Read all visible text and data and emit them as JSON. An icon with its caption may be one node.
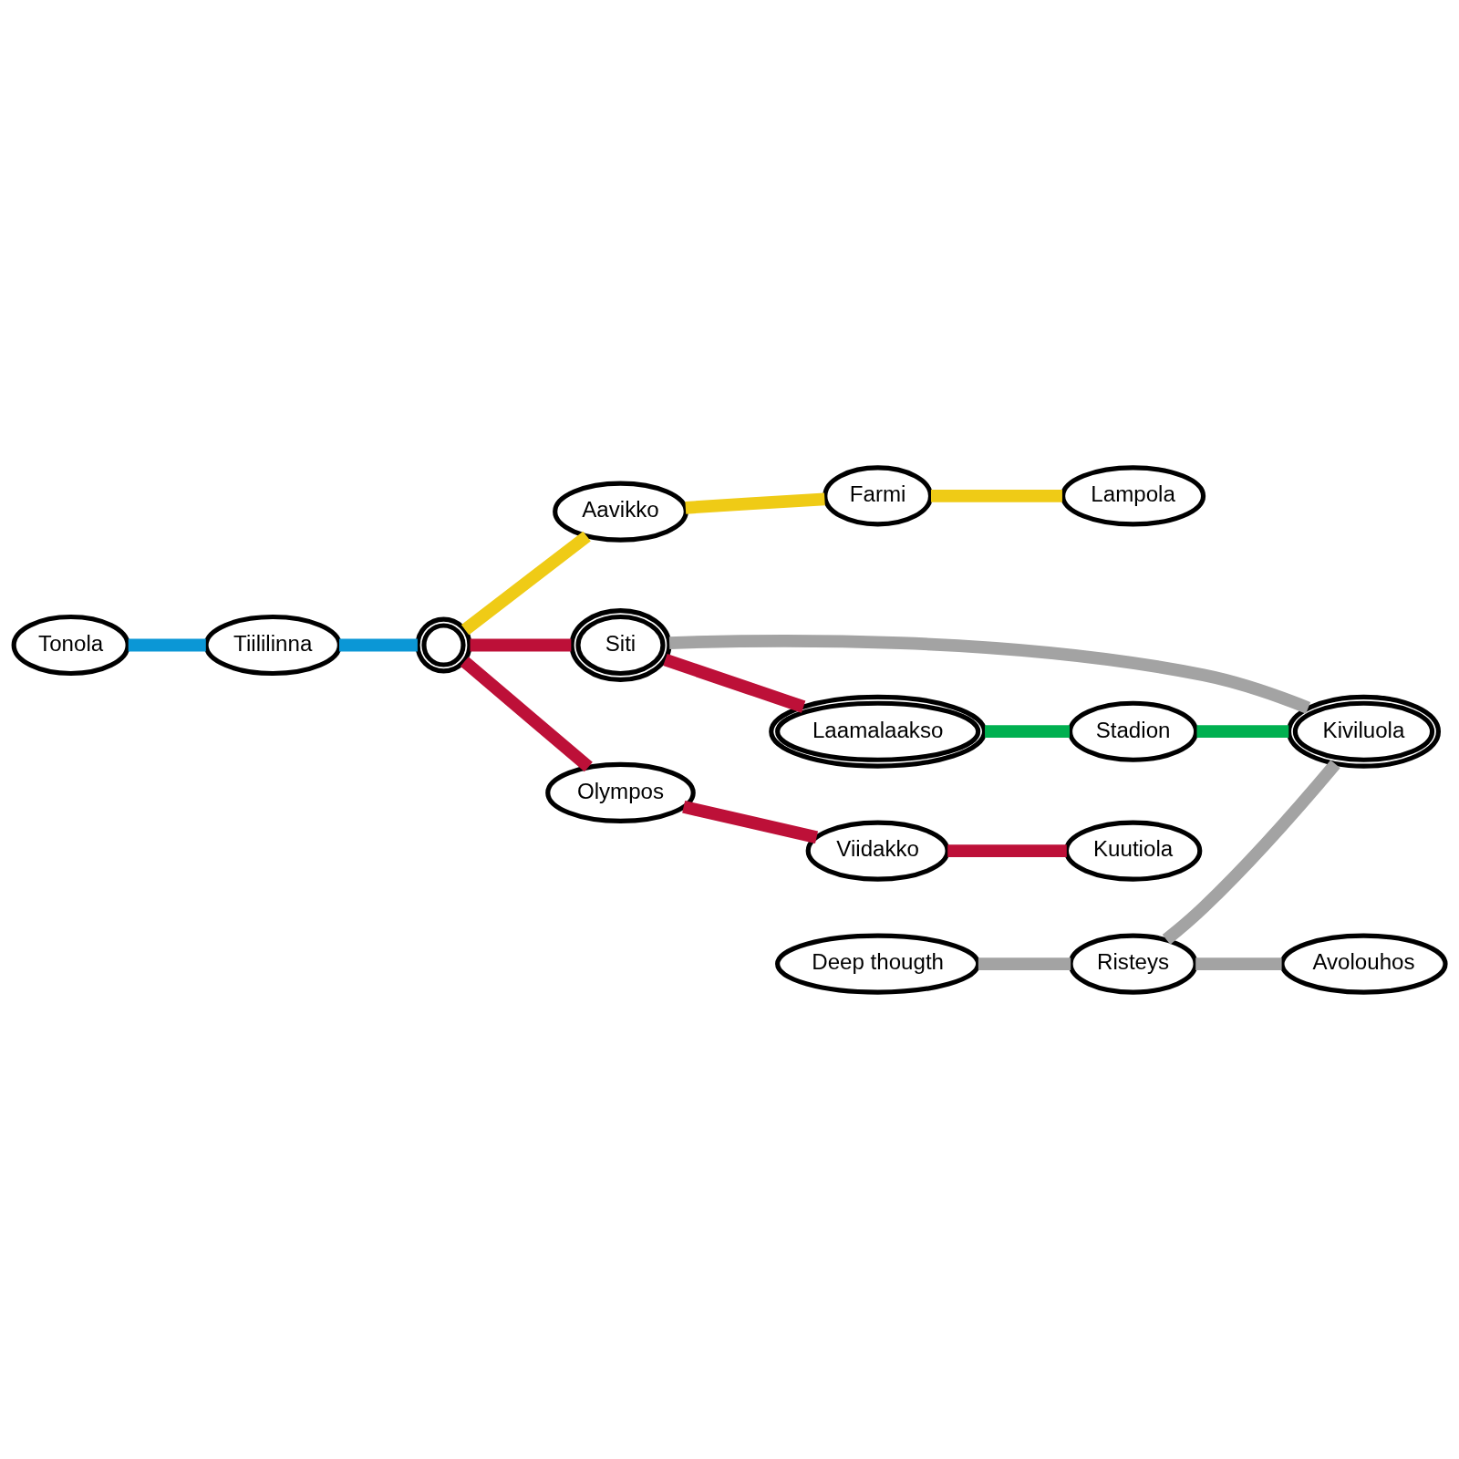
{
  "diagram": {
    "nodes": [
      {
        "text": [
          "Tonola"
        ]
      },
      {
        "text": [
          "Tiililinna"
        ]
      },
      {
        "text": [],
        "shape": "circle"
      },
      {
        "text": [
          "Aavikko"
        ]
      },
      {
        "text": [
          "Farmi"
        ]
      },
      {
        "text": [
          "Lampola"
        ]
      },
      {
        "text": [
          "Deep thougth"
        ]
      },
      {
        "text": [
          "Risteys"
        ]
      },
      {
        "text": [
          "Avolouhos"
        ]
      },
      {
        "text": [
          "Kiviluola"
        ]
      },
      {
        "text": [
          "Siti"
        ]
      },
      {
        "text": [
          "Stadion"
        ]
      },
      {
        "text": [
          "Laamalaakso"
        ]
      },
      {
        "text": [
          "Olympos"
        ]
      },
      {
        "text": [
          "Viidakko"
        ]
      },
      {
        "text": [
          "Kuutiola"
        ]
      }
    ],
    "edges": [
      {
        "from": 0,
        "to": 1,
        "arrow": "none",
        "color": "#0b97d6"
      },
      {
        "from": 1,
        "to": 2,
        "arrow": "none",
        "color": "#0b97d6"
      },
      {
        "from": 2,
        "to": 3,
        "arrow": "none",
        "color": "#efcb16"
      },
      {
        "from": 3,
        "to": 4,
        "arrow": "none",
        "color": "#efcb16"
      },
      {
        "from": 4,
        "to": 5,
        "arrow": "none",
        "color": "#efcb16"
      },
      {
        "from": 2,
        "to": 13,
        "arrow": "none"
      },
      {
        "from": 13,
        "to": 14,
        "arrow": "none"
      },
      {
        "from": 14,
        "to": 15,
        "arrow": "none"
      },
      {
        "from": 2,
        "to": 10,
        "arrow": "none"
      },
      {
        "from": 10,
        "to": 12,
        "arrow": "none"
      },
      {
        "from": 12,
        "to": 11,
        "arrow": "none",
        "color": "#00b050"
      },
      {
        "from": 11,
        "to": 9,
        "arrow": "none",
        "color": "#00b050"
      },
      {
        "from": 6,
        "to": 7,
        "arrow": "none",
        "color": "#a3a3a3"
      },
      {
        "from": 7,
        "to": 8,
        "arrow": "none",
        "color": "#a3a3a3"
      },
      {
        "from": 7,
        "to": 9,
        "arrow": "none",
        "color": "#a3a3a3"
      },
      {
        "from": 9,
        "to": 10,
        "arrow": "none",
        "color": "#a3a3a3"
      }
    ]
  }
}
